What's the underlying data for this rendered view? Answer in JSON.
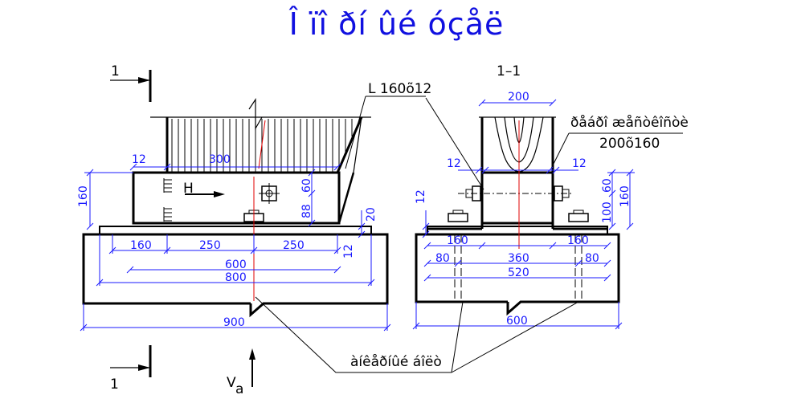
{
  "title": "Î ïî ðí ûé óçåë",
  "left_view": {
    "section_mark_top": "1",
    "section_mark_bottom": "1",
    "angle_label": "L 160õ12",
    "force_label": "H",
    "reaction_label": "V",
    "reaction_subscript": "a",
    "dims": {
      "d12": "12",
      "d300": "300",
      "d60": "60",
      "d160": "160",
      "d88": "88",
      "d20": "20",
      "d160b": "160",
      "d250a": "250",
      "d250b": "250",
      "d12b": "12",
      "d600": "600",
      "d800": "800",
      "d900": "900"
    }
  },
  "right_view": {
    "section_label": "1–1",
    "rib_label_line1": "ðåáðî  æåñòêîñòè",
    "rib_label_line2": "200õ160",
    "dims": {
      "d200": "200",
      "d12a": "12",
      "d12b": "12",
      "d12c": "12",
      "d60": "60",
      "d100": "100",
      "d160v": "160",
      "d160a": "160",
      "d160b": "160",
      "d80a": "80",
      "d360": "360",
      "d80b": "80",
      "d520": "520",
      "d600": "600"
    }
  },
  "bolt_label": "àíêåðíûé áîëò"
}
